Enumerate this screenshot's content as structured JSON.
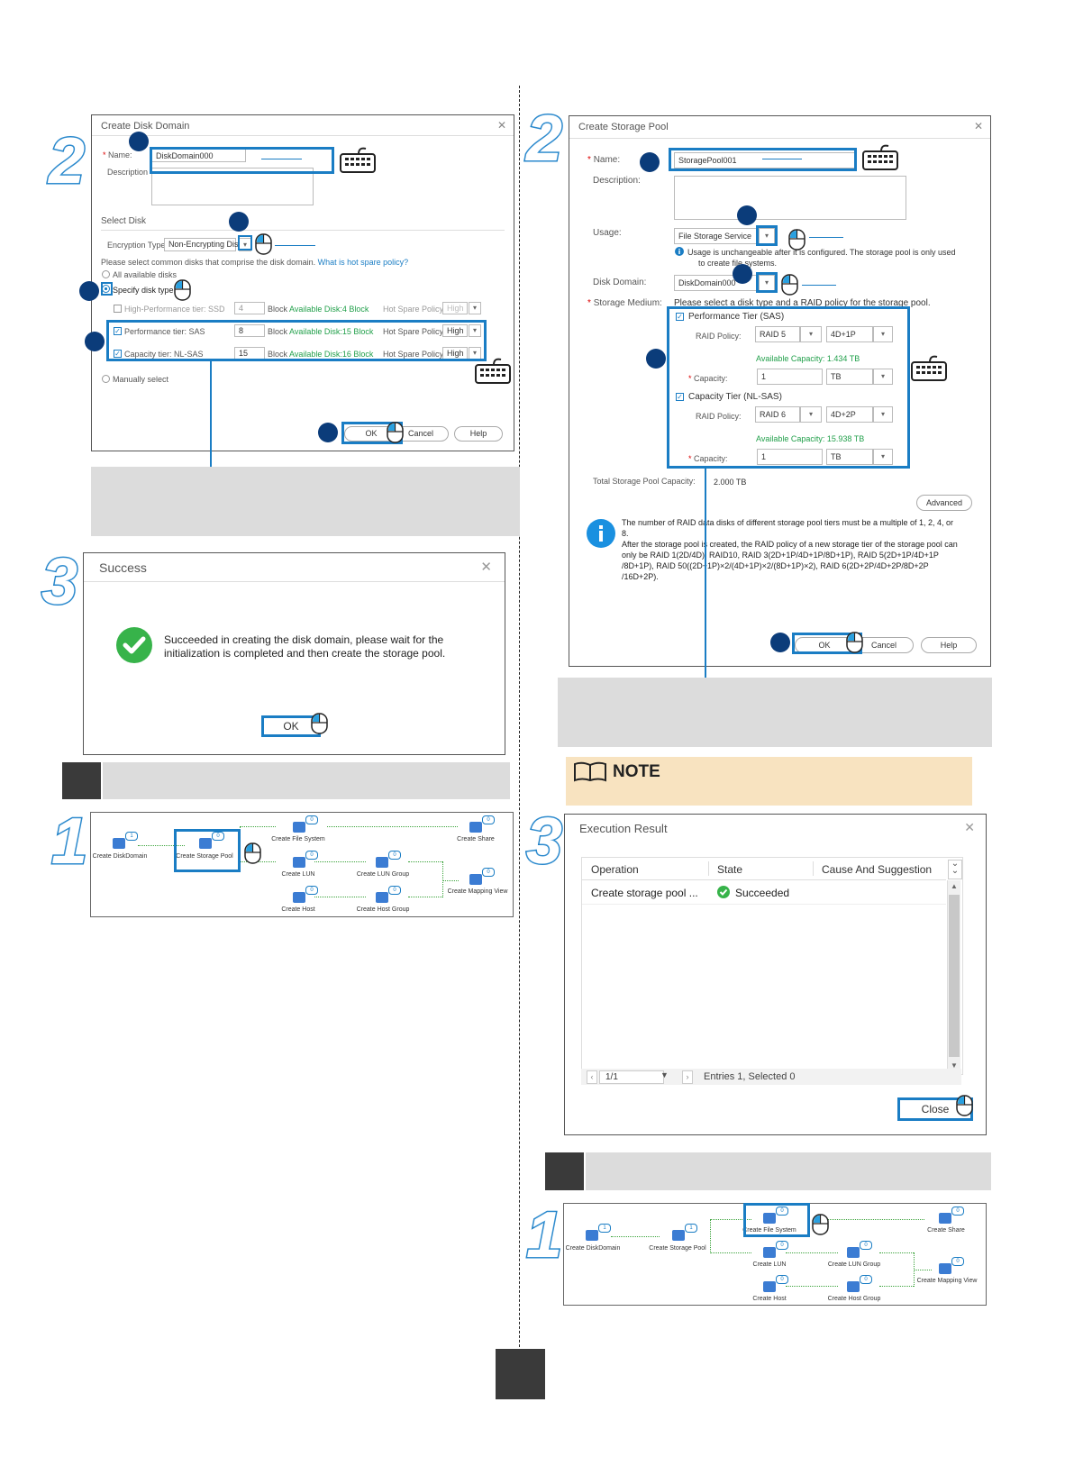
{
  "steps": {
    "s2": "2",
    "s3": "3",
    "s1": "1"
  },
  "disk_domain": {
    "title": "Create Disk Domain",
    "name_label": "Name:",
    "name_value": "DiskDomain000",
    "desc_label": "Description",
    "select_disk": "Select Disk",
    "enc_label": "Encryption Type:",
    "enc_value": "Non-Encrypting Disk",
    "hint": "Please select common disks that comprise the disk domain.",
    "hint_link": "What is hot spare policy?",
    "all_disks": "All available disks",
    "specify": "Specify disk type",
    "tiers": [
      {
        "name": "High-Performance tier: SSD",
        "count": "4",
        "block": "Block",
        "avail": "Available Disk:4 Block",
        "hsp": "Hot Spare Policy:",
        "policy": "High"
      },
      {
        "name": "Performance tier: SAS",
        "count": "8",
        "block": "Block",
        "avail": "Available Disk:15 Block",
        "hsp": "Hot Spare Policy:",
        "policy": "High"
      },
      {
        "name": "Capacity tier: NL-SAS",
        "count": "15",
        "block": "Block",
        "avail": "Available Disk:16 Block",
        "hsp": "Hot Spare Policy:",
        "policy": "High"
      }
    ],
    "manual": "Manually select",
    "ok": "OK",
    "cancel": "Cancel",
    "help": "Help"
  },
  "success": {
    "title": "Success",
    "msg1": "Succeeded in creating the disk domain, please wait for the",
    "msg2": "initialization is completed and then create the storage pool.",
    "ok": "OK"
  },
  "flow_left": {
    "nodes": [
      "Create DiskDomain",
      "Create Storage Pool",
      "Create File System",
      "Create Share",
      "Create LUN",
      "Create LUN Group",
      "Create Mapping View",
      "Create Host",
      "Create Host Group"
    ],
    "counts": [
      "1",
      "0",
      "0",
      "0",
      "0",
      "0",
      "0",
      "0",
      "0"
    ]
  },
  "storage_pool": {
    "title": "Create Storage Pool",
    "name_label": "Name:",
    "name_value": "StoragePool001",
    "desc_label": "Description:",
    "usage_label": "Usage:",
    "usage_value": "File Storage Service",
    "usage_note1": "Usage is unchangeable after it is configured. The storage pool is only used",
    "usage_note2": "to create file systems.",
    "dd_label": "Disk Domain:",
    "dd_value": "DiskDomain000",
    "medium_label": "Storage Medium:",
    "medium_hint": "Please select a disk type and a RAID policy for the storage pool.",
    "perf_tier": "Performance Tier (SAS)",
    "raid_label": "RAID Policy:",
    "perf_raid": "RAID 5",
    "perf_layout": "4D+1P",
    "perf_avail": "Available Capacity:  1.434 TB",
    "cap_label": "Capacity:",
    "perf_cap": "1",
    "unit": "TB",
    "cap_tier": "Capacity Tier (NL-SAS)",
    "cap_raid": "RAID 6",
    "cap_layout": "4D+2P",
    "cap_avail": "Available Capacity:  15.938 TB",
    "cap_cap": "1",
    "total_label": "Total Storage Pool Capacity:",
    "total_value": "2.000 TB",
    "advanced": "Advanced",
    "info1": "The number of RAID data disks of different storage pool tiers must be a multiple of 1, 2, 4, or",
    "info2": "8.",
    "info3": "After the storage pool is created, the RAID policy of a new storage tier of the storage pool can",
    "info4": "only be RAID 1(2D/4D), RAID10, RAID 3(2D+1P/4D+1P/8D+1P), RAID 5(2D+1P/4D+1P",
    "info5": "/8D+1P), RAID 50((2D+1P)×2/(4D+1P)×2/(8D+1P)×2), RAID 6(2D+2P/4D+2P/8D+2P",
    "info6": "/16D+2P).",
    "ok": "OK",
    "cancel": "Cancel",
    "help": "Help"
  },
  "note": {
    "label": "NOTE"
  },
  "exec": {
    "title": "Execution Result",
    "cols": [
      "Operation",
      "State",
      "Cause And Suggestion"
    ],
    "row_op": "Create storage pool ...",
    "row_state": "Succeeded",
    "page": "1/1",
    "entries": "Entries 1, Selected 0",
    "close": "Close"
  },
  "flow_right": {
    "nodes": [
      "Create DiskDomain",
      "Create Storage Pool",
      "Create File System",
      "Create Share",
      "Create LUN",
      "Create LUN Group",
      "Create Mapping View",
      "Create Host",
      "Create Host Group"
    ],
    "counts": [
      "1",
      "1",
      "0",
      "0",
      "0",
      "0",
      "0",
      "0",
      "0"
    ]
  },
  "colors": {
    "accent": "#1a7dc4",
    "badge": "#0b3c7a",
    "success": "#22a04b",
    "note_bg": "#f8e3c0"
  }
}
